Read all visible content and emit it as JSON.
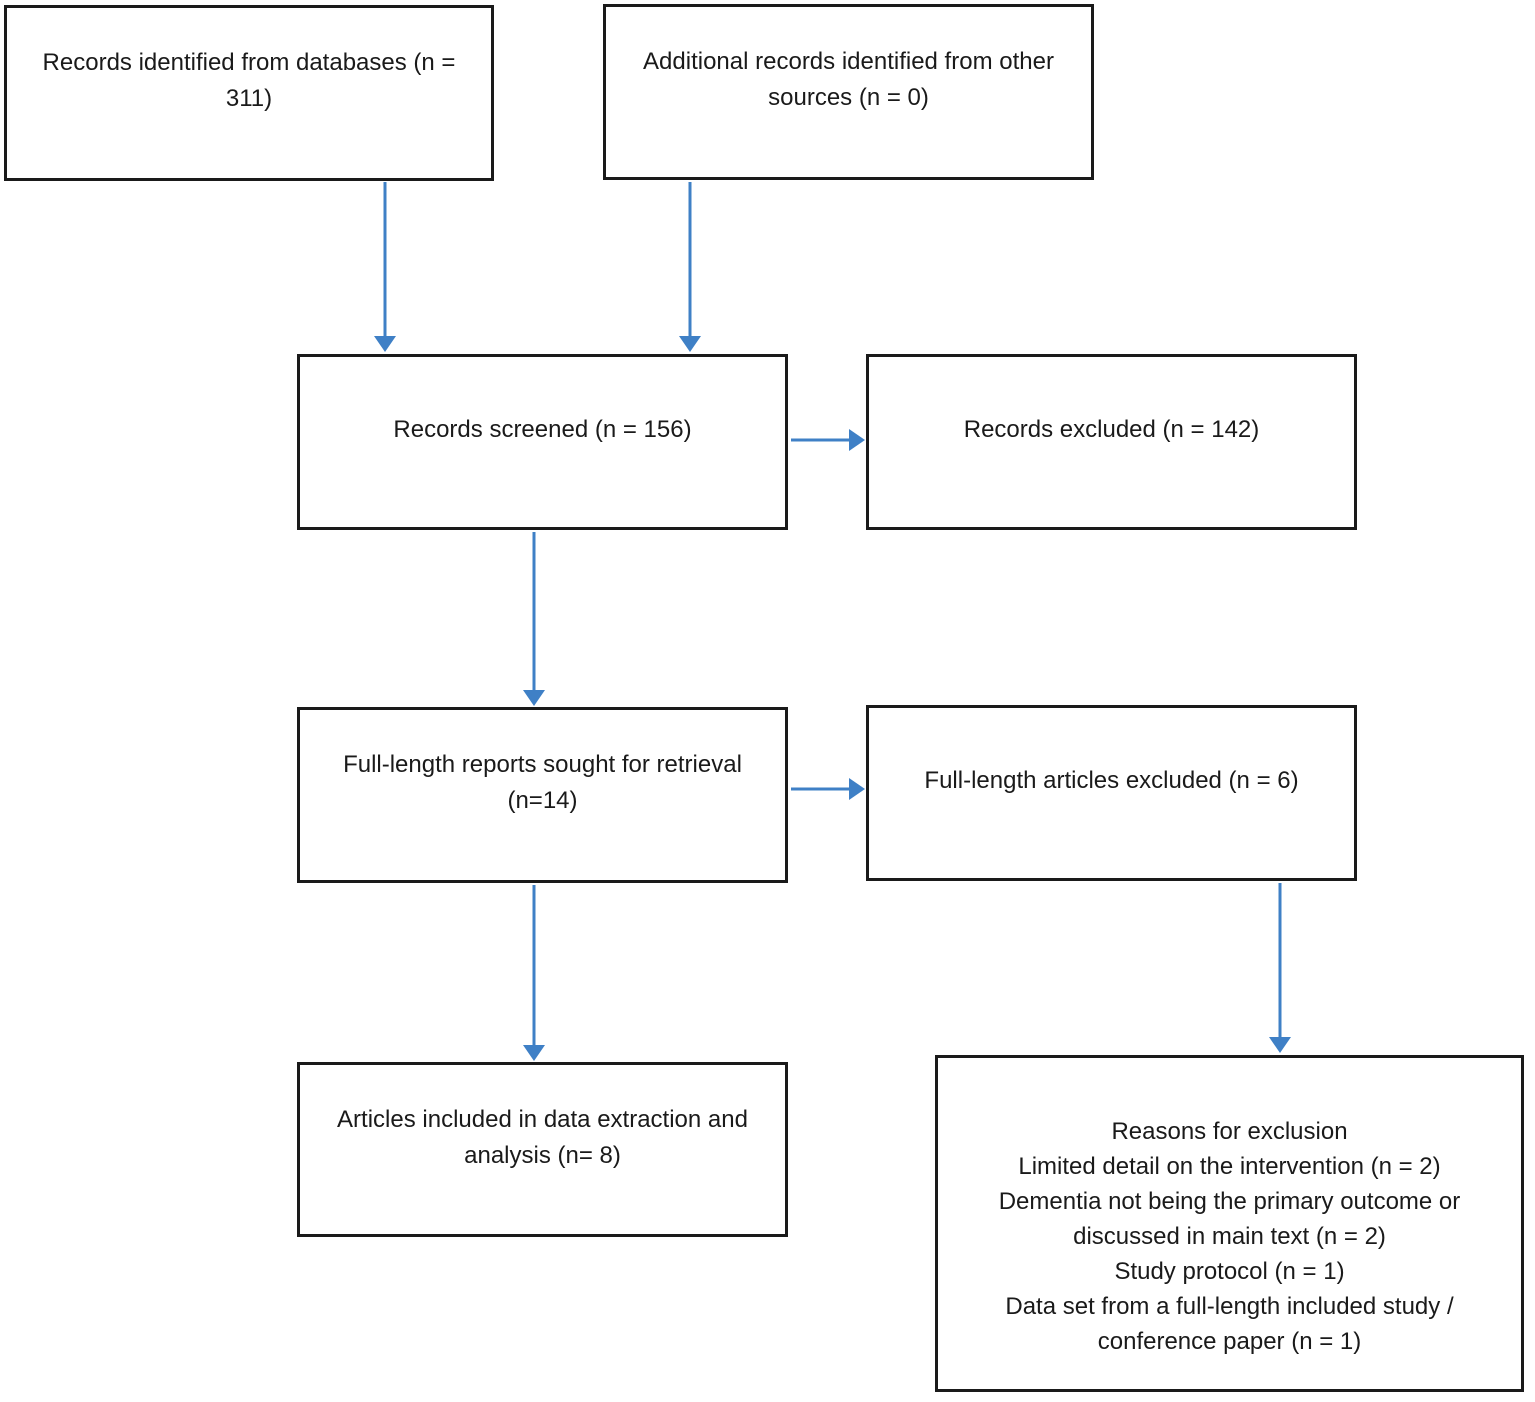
{
  "colors": {
    "arrow": "#3f80c6",
    "box_border": "#1a1a1a",
    "text": "#1a1a1a",
    "background": "#ffffff"
  },
  "boxes": {
    "records_identified": {
      "label": "Records identified from databases (n = 311)"
    },
    "additional_records": {
      "label": "Additional records identified from other sources (n = 0)"
    },
    "records_screened": {
      "label": "Records screened (n = 156)"
    },
    "records_excluded": {
      "label": "Records excluded (n = 142)"
    },
    "full_length_sought": {
      "label": "Full-length reports sought for retrieval (n=14)"
    },
    "full_length_excluded": {
      "label": "Full-length articles excluded (n = 6)"
    },
    "articles_included": {
      "label": "Articles included in data extraction and analysis (n= 8)"
    },
    "reasons": {
      "title": "Reasons for exclusion",
      "items": [
        "Limited detail on the intervention (n = 2)",
        "Dementia not being the primary outcome or discussed in main text (n = 2)",
        "Study protocol (n = 1)",
        "Data set from a full-length included study / conference paper (n = 1)"
      ]
    }
  }
}
